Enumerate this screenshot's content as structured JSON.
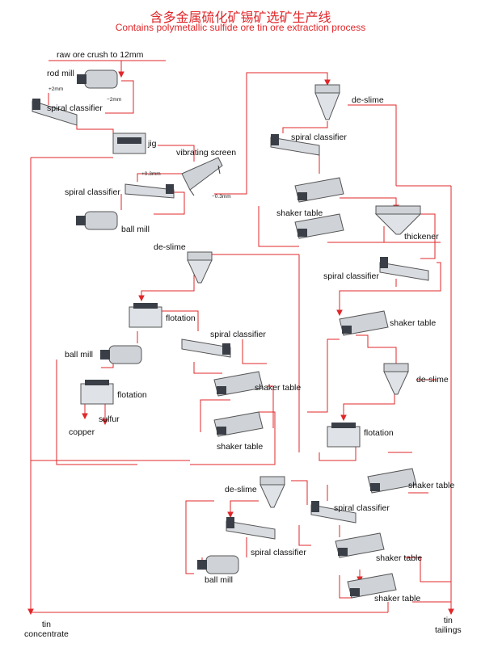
{
  "title": {
    "cn": "含多金属硫化矿锡矿选矿生产线",
    "en": "Contains polymetallic sulfide ore tin ore extraction process"
  },
  "labels": {
    "raw_ore": "raw ore crush to 12mm",
    "rod_mill": "rod mill",
    "spiral_classifier_1": "spiral classifier",
    "jig": "jig",
    "vibrating_screen": "vibrating screen",
    "spiral_classifier_2": "spiral classifier",
    "ball_mill_1": "ball mill",
    "deslime_1": "de-slime",
    "spiral_classifier_3": "spiral classifier",
    "shaker_table_1": "shaker table",
    "thickener": "thickener",
    "deslime_2": "de-slime",
    "spiral_classifier_4": "spiral classifier",
    "flotation_1": "flotation",
    "shaker_table_2": "shaker table",
    "ball_mill_2": "ball mill",
    "spiral_classifier_5": "spiral classifier",
    "deslime_3": "de-slime",
    "flotation_2": "flotation",
    "shaker_table_3": "shaker table",
    "sulfur": "sulfur",
    "copper": "copper",
    "flotation_3": "flotation",
    "shaker_table_4": "shaker table",
    "shaker_table_5": "shaker table",
    "deslime_4": "de-slime",
    "spiral_classifier_6": "spiral classifier",
    "spiral_classifier_7": "spiral classifier",
    "shaker_table_6": "shaker table",
    "ball_mill_3": "ball mill",
    "shaker_table_7": "shaker table",
    "tin_concentrate": "tin\nconcentrate",
    "tin_tailings": "tin\ntailings"
  },
  "annotations": {
    "plus2mm": "+2mm",
    "minus2mm": "−2mm",
    "plus03mm": "+0.3mm",
    "minus03mm": "−0.3mm",
    "plus": "+",
    "minus": "−"
  },
  "colors": {
    "title": "#e0272a",
    "flow_line": "#e0272a",
    "equipment_body": "#cfd3d8",
    "equipment_dark": "#3a3f47"
  }
}
